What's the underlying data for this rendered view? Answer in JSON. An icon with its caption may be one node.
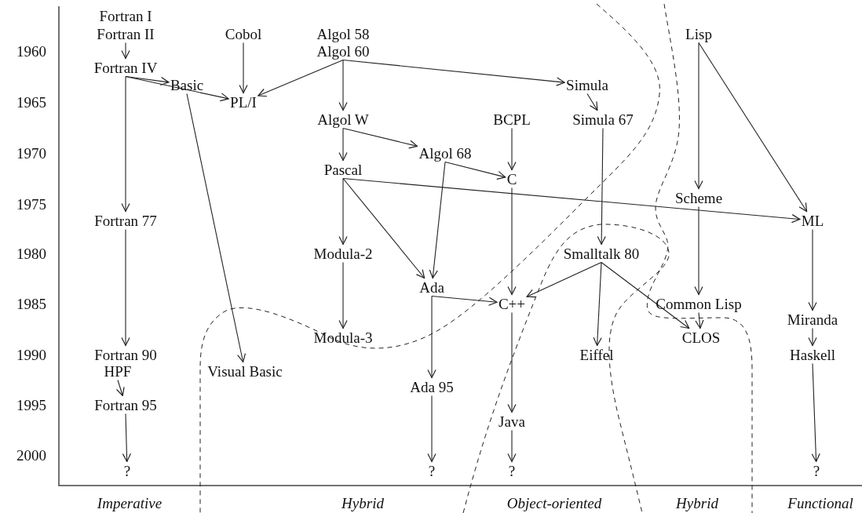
{
  "diagram": {
    "nodes": [
      {
        "text": [
          "Fortran I"
        ]
      },
      {
        "text": [
          "Fortran II"
        ]
      },
      {
        "text": [
          "Cobol"
        ]
      },
      {
        "text": [
          "Algol 58"
        ]
      },
      {
        "text": [
          "Algol 60"
        ]
      },
      {
        "text": [
          "Lisp"
        ]
      },
      {
        "text": [
          "Fortran IV"
        ]
      },
      {
        "text": [
          "Basic"
        ]
      },
      {
        "text": [
          "Simula"
        ]
      },
      {
        "text": [
          "PL/I"
        ]
      },
      {
        "text": [
          "Algol W"
        ]
      },
      {
        "text": [
          "BCPL"
        ]
      },
      {
        "text": [
          "Simula 67"
        ]
      },
      {
        "text": [
          "Algol 68"
        ]
      },
      {
        "text": [
          "Pascal"
        ]
      },
      {
        "text": [
          "C"
        ]
      },
      {
        "text": [
          "Scheme"
        ]
      },
      {
        "text": [
          "Fortran 77"
        ]
      },
      {
        "text": [
          "ML"
        ]
      },
      {
        "text": [
          "Modula-2"
        ]
      },
      {
        "text": [
          "Smalltalk 80"
        ]
      },
      {
        "text": [
          "Ada"
        ]
      },
      {
        "text": [
          "C++"
        ]
      },
      {
        "text": [
          "Common Lisp"
        ]
      },
      {
        "text": [
          "Miranda"
        ]
      },
      {
        "text": [
          "Modula-3"
        ]
      },
      {
        "text": [
          "CLOS"
        ]
      },
      {
        "text": [
          "Fortran 90"
        ]
      },
      {
        "text": [
          "Eiffel"
        ]
      },
      {
        "text": [
          "Haskell"
        ]
      },
      {
        "text": [
          "HPF"
        ]
      },
      {
        "text": [
          "Visual Basic"
        ]
      },
      {
        "text": [
          "Ada 95"
        ]
      },
      {
        "text": [
          "Fortran 95"
        ]
      },
      {
        "text": [
          "Java"
        ]
      },
      {
        "text": [
          "?"
        ]
      },
      {
        "text": [
          "?"
        ]
      },
      {
        "text": [
          "?"
        ]
      },
      {
        "text": [
          "?"
        ]
      }
    ],
    "edges": [
      {
        "from": 1,
        "to": 6,
        "arrow": "to"
      },
      {
        "from": 6,
        "to": 7,
        "arrow": "to"
      },
      {
        "from": 6,
        "to": 9,
        "arrow": "to"
      },
      {
        "from": 6,
        "to": 17,
        "arrow": "to"
      },
      {
        "from": 2,
        "to": 9,
        "arrow": "to"
      },
      {
        "from": 4,
        "to": 9,
        "arrow": "to"
      },
      {
        "from": 4,
        "to": 8,
        "arrow": "to"
      },
      {
        "from": 4,
        "to": 10,
        "arrow": "to"
      },
      {
        "from": 5,
        "to": 16,
        "arrow": "to"
      },
      {
        "from": 5,
        "to": 18,
        "arrow": "to"
      },
      {
        "from": 7,
        "to": 31,
        "arrow": "to"
      },
      {
        "from": 8,
        "to": 12,
        "arrow": "to"
      },
      {
        "from": 10,
        "to": 14,
        "arrow": "to"
      },
      {
        "from": 10,
        "to": 13,
        "arrow": "to"
      },
      {
        "from": 11,
        "to": 15,
        "arrow": "to"
      },
      {
        "from": 12,
        "to": 20,
        "arrow": "to"
      },
      {
        "from": 13,
        "to": 15,
        "arrow": "to"
      },
      {
        "from": 13,
        "to": 21,
        "arrow": "to"
      },
      {
        "from": 14,
        "to": 18,
        "arrow": "to"
      },
      {
        "from": 14,
        "to": 19,
        "arrow": "to"
      },
      {
        "from": 14,
        "to": 21,
        "arrow": "to"
      },
      {
        "from": 15,
        "to": 22,
        "arrow": "to"
      },
      {
        "from": 16,
        "to": 23,
        "arrow": "to"
      },
      {
        "from": 17,
        "to": 27,
        "arrow": "to"
      },
      {
        "from": 18,
        "to": 24,
        "arrow": "to"
      },
      {
        "from": 19,
        "to": 25,
        "arrow": "to"
      },
      {
        "from": 20,
        "to": 22,
        "arrow": "to"
      },
      {
        "from": 20,
        "to": 28,
        "arrow": "to"
      },
      {
        "from": 20,
        "to": 26,
        "arrow": "to"
      },
      {
        "from": 21,
        "to": 22,
        "arrow": "to"
      },
      {
        "from": 21,
        "to": 32,
        "arrow": "to"
      },
      {
        "from": 22,
        "to": 34,
        "arrow": "to"
      },
      {
        "from": 23,
        "to": 26,
        "arrow": "to"
      },
      {
        "from": 24,
        "to": 29,
        "arrow": "to"
      },
      {
        "from": 30,
        "to": 33,
        "arrow": "to"
      },
      {
        "from": 32,
        "to": 36,
        "arrow": "to"
      },
      {
        "from": 34,
        "to": 37,
        "arrow": "to"
      },
      {
        "from": 29,
        "to": 38,
        "arrow": "to"
      },
      {
        "from": 33,
        "to": 35,
        "arrow": "to"
      }
    ],
    "labels": [
      "1960",
      "1965",
      "1970",
      "1975",
      "1980",
      "1985",
      "1990",
      "1995",
      "2000",
      "Imperative",
      "Hybrid",
      "Object-oriented",
      "Hybrid",
      "Functional"
    ]
  }
}
